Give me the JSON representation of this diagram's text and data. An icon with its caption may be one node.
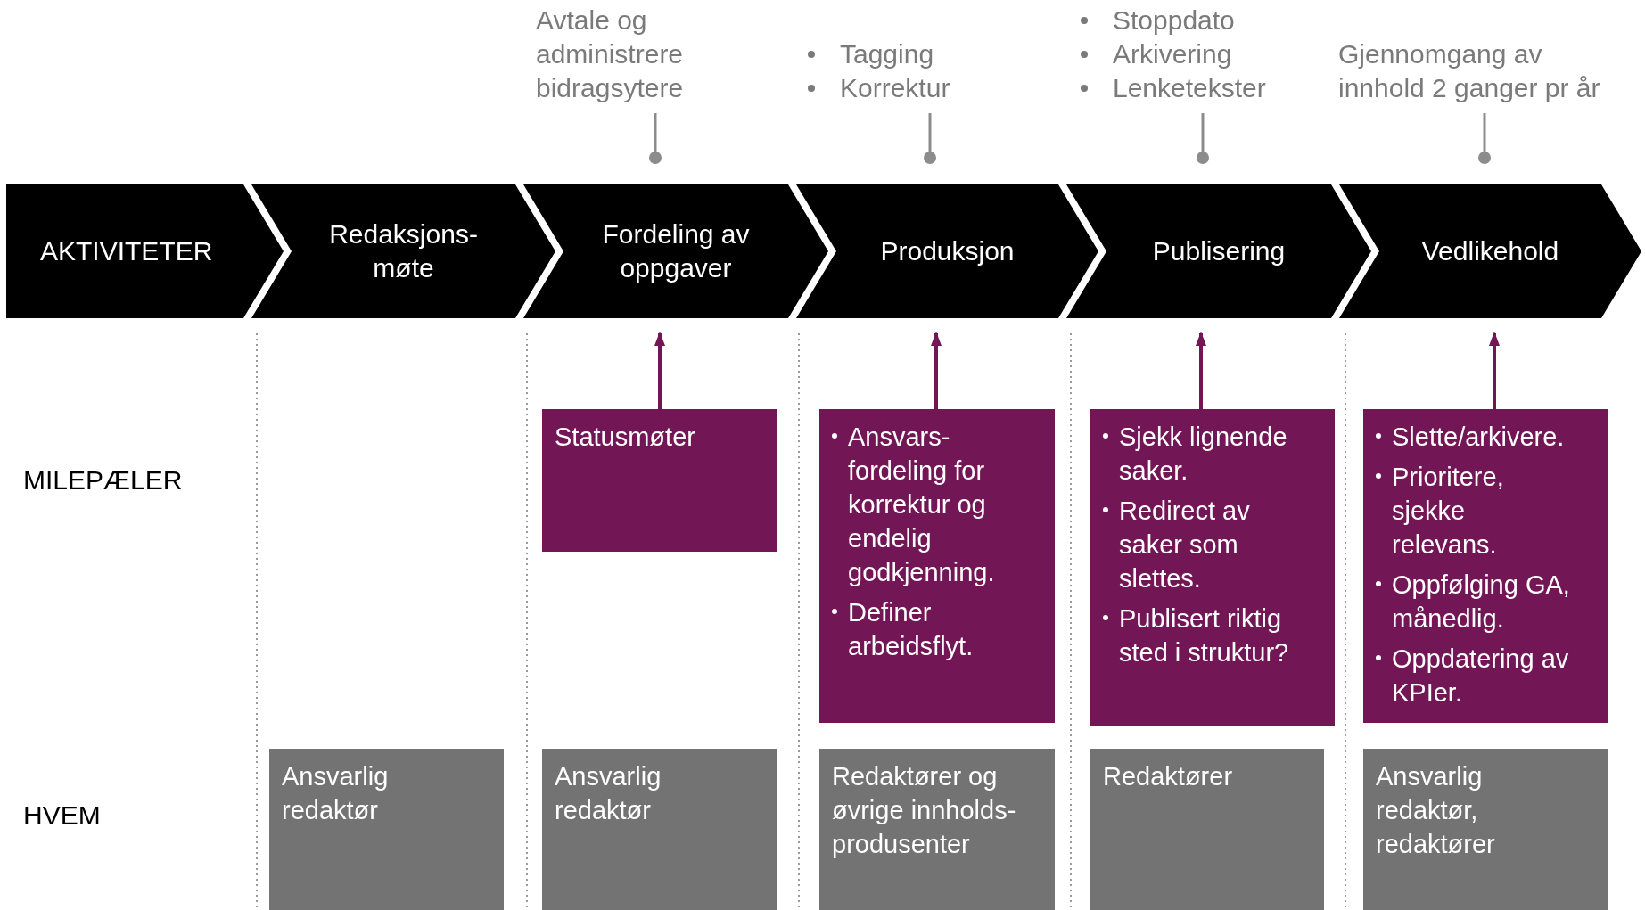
{
  "diagram": {
    "nodes": [
      {
        "text": [
          "AKTIVITETER"
        ]
      },
      {
        "text": [
          "Redaksjons- møte"
        ]
      },
      {
        "text": [
          "Fordeling av oppgaver"
        ]
      },
      {
        "text": [
          "Produksjon"
        ]
      },
      {
        "text": [
          "Publisering"
        ]
      },
      {
        "text": [
          "Vedlikehold"
        ]
      },
      {
        "text": [
          "Avtale og administrere bidragsytere"
        ]
      },
      {
        "text": [
          "Tagging",
          "Korrektur"
        ]
      },
      {
        "text": [
          "Stoppdato",
          "Arkivering",
          "Lenketekster"
        ]
      },
      {
        "text": [
          "Gjennomgang av innhold 2 ganger pr år"
        ]
      },
      {
        "text": [
          "Statusmøter"
        ]
      },
      {
        "text": [
          "Ansvars- fordeling for korrektur og endelig godkjenning.",
          "Definer arbeidsflyt."
        ]
      },
      {
        "text": [
          "Sjekk lignende saker.",
          "Redirect av saker som slettes.",
          "Publisert riktig sted i struktur?"
        ]
      },
      {
        "text": [
          "Slette/arkivere.",
          "Prioritere, sjekke relevans.",
          "Oppfølging GA, månedlig.",
          "Oppdatering av KPIer."
        ]
      },
      {
        "text": [
          "Ansvarlig redaktør"
        ]
      },
      {
        "text": [
          "Ansvarlig redaktør"
        ]
      },
      {
        "text": [
          "Redaktører og øvrige innholds- produsenter"
        ]
      },
      {
        "text": [
          "Redaktører"
        ]
      },
      {
        "text": [
          "Ansvarlig redaktør, redaktører"
        ]
      }
    ],
    "edges": [
      {
        "from": 6,
        "to": 2,
        "arrow": "other",
        "color": "#8c8c8c"
      },
      {
        "from": 7,
        "to": 3,
        "arrow": "other",
        "color": "#8c8c8c"
      },
      {
        "from": 8,
        "to": 4,
        "arrow": "other",
        "color": "#8c8c8c"
      },
      {
        "from": 9,
        "to": 5,
        "arrow": "other",
        "color": "#8c8c8c"
      },
      {
        "from": 10,
        "to": 2,
        "arrow": "to",
        "color": "#731656"
      },
      {
        "from": 11,
        "to": 3,
        "arrow": "to",
        "color": "#731656"
      },
      {
        "from": 12,
        "to": 4,
        "arrow": "to",
        "color": "#731656"
      },
      {
        "from": 13,
        "to": 5,
        "arrow": "to",
        "color": "#731656"
      }
    ],
    "labels": [
      "MILEPÆLER",
      "HVEM"
    ]
  }
}
